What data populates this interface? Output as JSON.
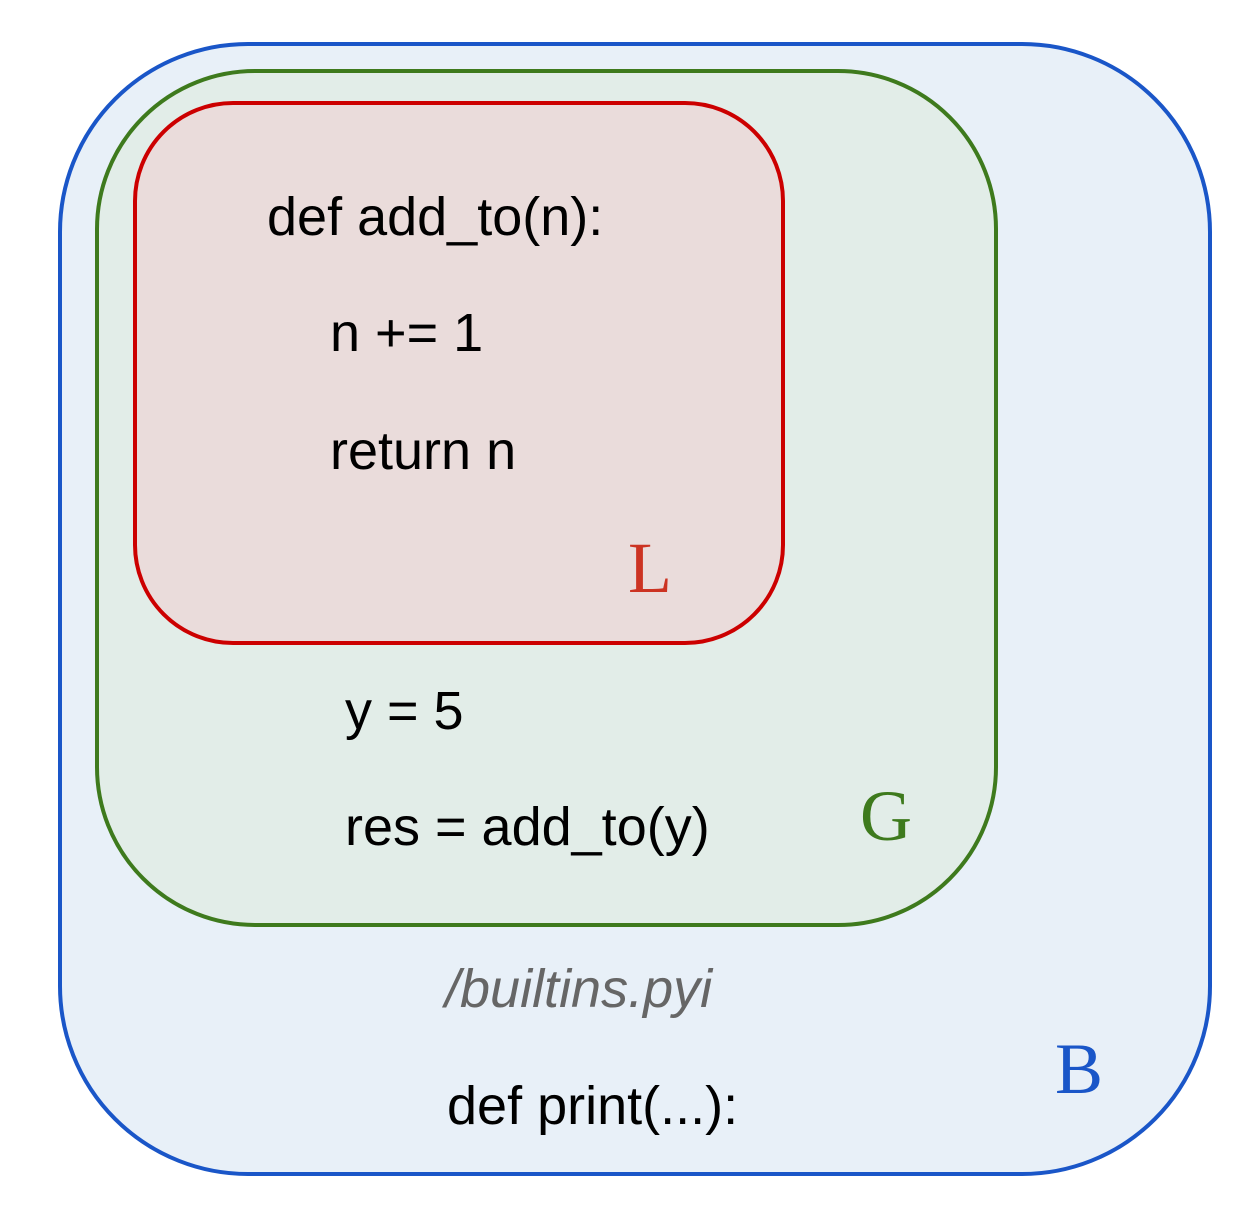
{
  "scopes": {
    "builtin": {
      "letter": "B",
      "color": "#1a56c8",
      "file": "/builtins.pyi",
      "code": [
        "def print(...):"
      ]
    },
    "global": {
      "letter": "G",
      "color": "#3e7a1d",
      "code": [
        "y = 5",
        "res = add_to(y)"
      ]
    },
    "local": {
      "letter": "L",
      "color": "#cc0000",
      "code": [
        "def add_to(n):",
        "n += 1",
        "return n"
      ]
    }
  }
}
